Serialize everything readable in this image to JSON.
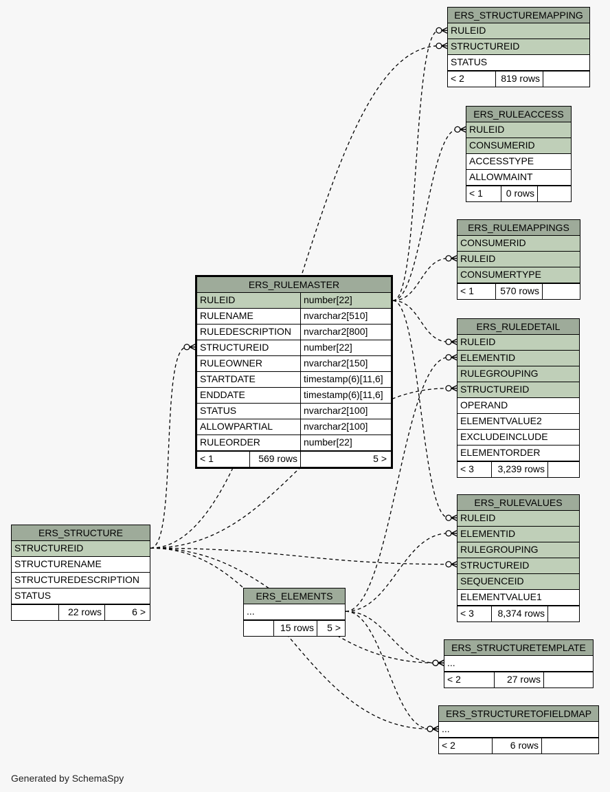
{
  "footer": "Generated by SchemaSpy",
  "tables": {
    "structuremapping": {
      "name": "ERS_STRUCTUREMAPPING",
      "columns": [
        {
          "name": "RULEID",
          "pk": true
        },
        {
          "name": "STRUCTUREID",
          "pk": true
        },
        {
          "name": "STATUS",
          "pk": false
        }
      ],
      "parents": "< 2",
      "rows": "819 rows",
      "children": ""
    },
    "ruleaccess": {
      "name": "ERS_RULEACCESS",
      "columns": [
        {
          "name": "RULEID",
          "pk": true
        },
        {
          "name": "CONSUMERID",
          "pk": true
        },
        {
          "name": "ACCESSTYPE",
          "pk": false
        },
        {
          "name": "ALLOWMAINT",
          "pk": false
        }
      ],
      "parents": "< 1",
      "rows": "0 rows",
      "children": ""
    },
    "rulemappings": {
      "name": "ERS_RULEMAPPINGS",
      "columns": [
        {
          "name": "CONSUMERID",
          "pk": true
        },
        {
          "name": "RULEID",
          "pk": true
        },
        {
          "name": "CONSUMERTYPE",
          "pk": true
        }
      ],
      "parents": "< 1",
      "rows": "570 rows",
      "children": ""
    },
    "rulemaster": {
      "name": "ERS_RULEMASTER",
      "columns": [
        {
          "name": "RULEID",
          "type": "number[22]",
          "pk": true
        },
        {
          "name": "RULENAME",
          "type": "nvarchar2[510]",
          "pk": false
        },
        {
          "name": "RULEDESCRIPTION",
          "type": "nvarchar2[800]",
          "pk": false
        },
        {
          "name": "STRUCTUREID",
          "type": "number[22]",
          "pk": false
        },
        {
          "name": "RULEOWNER",
          "type": "nvarchar2[150]",
          "pk": false
        },
        {
          "name": "STARTDATE",
          "type": "timestamp(6)[11,6]",
          "pk": false
        },
        {
          "name": "ENDDATE",
          "type": "timestamp(6)[11,6]",
          "pk": false
        },
        {
          "name": "STATUS",
          "type": "nvarchar2[100]",
          "pk": false
        },
        {
          "name": "ALLOWPARTIAL",
          "type": "nvarchar2[100]",
          "pk": false
        },
        {
          "name": "RULEORDER",
          "type": "number[22]",
          "pk": false
        }
      ],
      "parents": "< 1",
      "rows": "569 rows",
      "children": "5 >"
    },
    "ruledetail": {
      "name": "ERS_RULEDETAIL",
      "columns": [
        {
          "name": "RULEID",
          "pk": true
        },
        {
          "name": "ELEMENTID",
          "pk": true
        },
        {
          "name": "RULEGROUPING",
          "pk": true
        },
        {
          "name": "STRUCTUREID",
          "pk": true
        },
        {
          "name": "OPERAND",
          "pk": false
        },
        {
          "name": "ELEMENTVALUE2",
          "pk": false
        },
        {
          "name": "EXCLUDEINCLUDE",
          "pk": false
        },
        {
          "name": "ELEMENTORDER",
          "pk": false
        }
      ],
      "parents": "< 3",
      "rows": "3,239 rows",
      "children": ""
    },
    "rulevalues": {
      "name": "ERS_RULEVALUES",
      "columns": [
        {
          "name": "RULEID",
          "pk": true
        },
        {
          "name": "ELEMENTID",
          "pk": true
        },
        {
          "name": "RULEGROUPING",
          "pk": true
        },
        {
          "name": "STRUCTUREID",
          "pk": true
        },
        {
          "name": "SEQUENCEID",
          "pk": true
        },
        {
          "name": "ELEMENTVALUE1",
          "pk": false
        }
      ],
      "parents": "< 3",
      "rows": "8,374 rows",
      "children": ""
    },
    "structure": {
      "name": "ERS_STRUCTURE",
      "columns": [
        {
          "name": "STRUCTUREID",
          "pk": true
        },
        {
          "name": "STRUCTURENAME",
          "pk": false
        },
        {
          "name": "STRUCTUREDESCRIPTION",
          "pk": false
        },
        {
          "name": "STATUS",
          "pk": false
        }
      ],
      "parents": "",
      "rows": "22 rows",
      "children": "6 >"
    },
    "elements": {
      "name": "ERS_ELEMENTS",
      "columns": [
        {
          "name": "...",
          "pk": false
        }
      ],
      "parents": "",
      "rows": "15 rows",
      "children": "5 >"
    },
    "structuretemplate": {
      "name": "ERS_STRUCTURETEMPLATE",
      "columns": [
        {
          "name": "...",
          "pk": false
        }
      ],
      "parents": "< 2",
      "rows": "27 rows",
      "children": ""
    },
    "structuretofieldmap": {
      "name": "ERS_STRUCTURETOFIELDMAP",
      "columns": [
        {
          "name": "...",
          "pk": false
        }
      ],
      "parents": "< 2",
      "rows": "6 rows",
      "children": ""
    }
  },
  "relationships": [
    {
      "from": "structure.STRUCTUREID",
      "to": "structuremapping.STRUCTUREID"
    },
    {
      "from": "structure.STRUCTUREID",
      "to": "rulemaster.STRUCTUREID"
    },
    {
      "from": "structure.STRUCTUREID",
      "to": "ruledetail.STRUCTUREID"
    },
    {
      "from": "structure.STRUCTUREID",
      "to": "rulevalues.STRUCTUREID"
    },
    {
      "from": "structure.STRUCTUREID",
      "to": "structuretemplate"
    },
    {
      "from": "structure.STRUCTUREID",
      "to": "structuretofieldmap"
    },
    {
      "from": "rulemaster.RULEID",
      "to": "structuremapping.RULEID"
    },
    {
      "from": "rulemaster.RULEID",
      "to": "ruleaccess.RULEID"
    },
    {
      "from": "rulemaster.RULEID",
      "to": "rulemappings.RULEID"
    },
    {
      "from": "rulemaster.RULEID",
      "to": "ruledetail.RULEID"
    },
    {
      "from": "rulemaster.RULEID",
      "to": "rulevalues.RULEID"
    },
    {
      "from": "elements",
      "to": "ruledetail.ELEMENTID"
    },
    {
      "from": "elements",
      "to": "rulevalues.ELEMENTID"
    },
    {
      "from": "elements",
      "to": "structuretemplate"
    },
    {
      "from": "elements",
      "to": "structuretofieldmap"
    }
  ]
}
